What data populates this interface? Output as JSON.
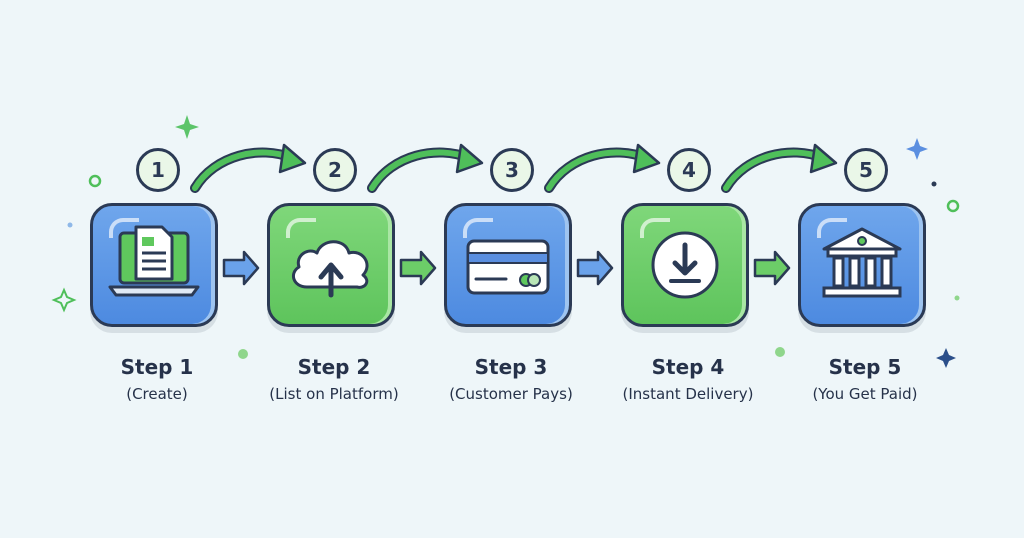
{
  "steps": [
    {
      "number": "1",
      "title": "Step 1",
      "subtitle": "(Create)",
      "tile_color": "blue",
      "icon": "laptop-document-icon"
    },
    {
      "number": "2",
      "title": "Step 2",
      "subtitle": "(List on Platform)",
      "tile_color": "green",
      "icon": "cloud-upload-icon"
    },
    {
      "number": "3",
      "title": "Step 3",
      "subtitle": "(Customer Pays)",
      "tile_color": "blue",
      "icon": "credit-card-icon"
    },
    {
      "number": "4",
      "title": "Step 4",
      "subtitle": "(Instant Delivery)",
      "tile_color": "green",
      "icon": "download-icon"
    },
    {
      "number": "5",
      "title": "Step 5",
      "subtitle": "(You Get Paid)",
      "tile_color": "blue",
      "icon": "bank-icon"
    }
  ],
  "colors": {
    "background": "#eef6f9",
    "blue": "#5592e4",
    "green": "#66c963",
    "outline": "#2b3a55",
    "arrow": "#4fbf5a"
  }
}
